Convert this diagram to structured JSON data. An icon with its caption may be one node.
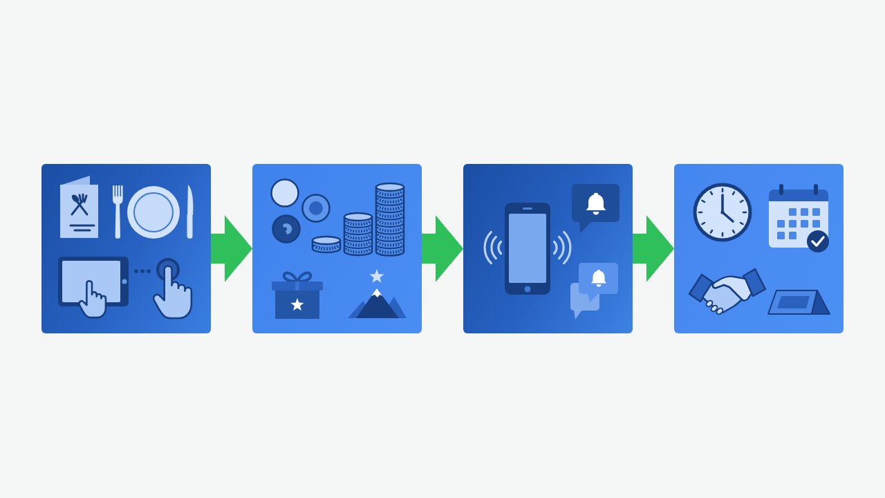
{
  "diagram": {
    "nodes": [
      {
        "text": [],
        "shape": "picture"
      },
      {
        "text": [],
        "shape": "picture"
      },
      {
        "text": [],
        "shape": "picture"
      },
      {
        "text": [],
        "shape": "picture"
      }
    ],
    "edges": [
      {
        "from": 0,
        "to": 1,
        "arrow": "to"
      },
      {
        "from": 1,
        "to": 2,
        "arrow": "to"
      },
      {
        "from": 2,
        "to": 3,
        "arrow": "to"
      }
    ]
  }
}
